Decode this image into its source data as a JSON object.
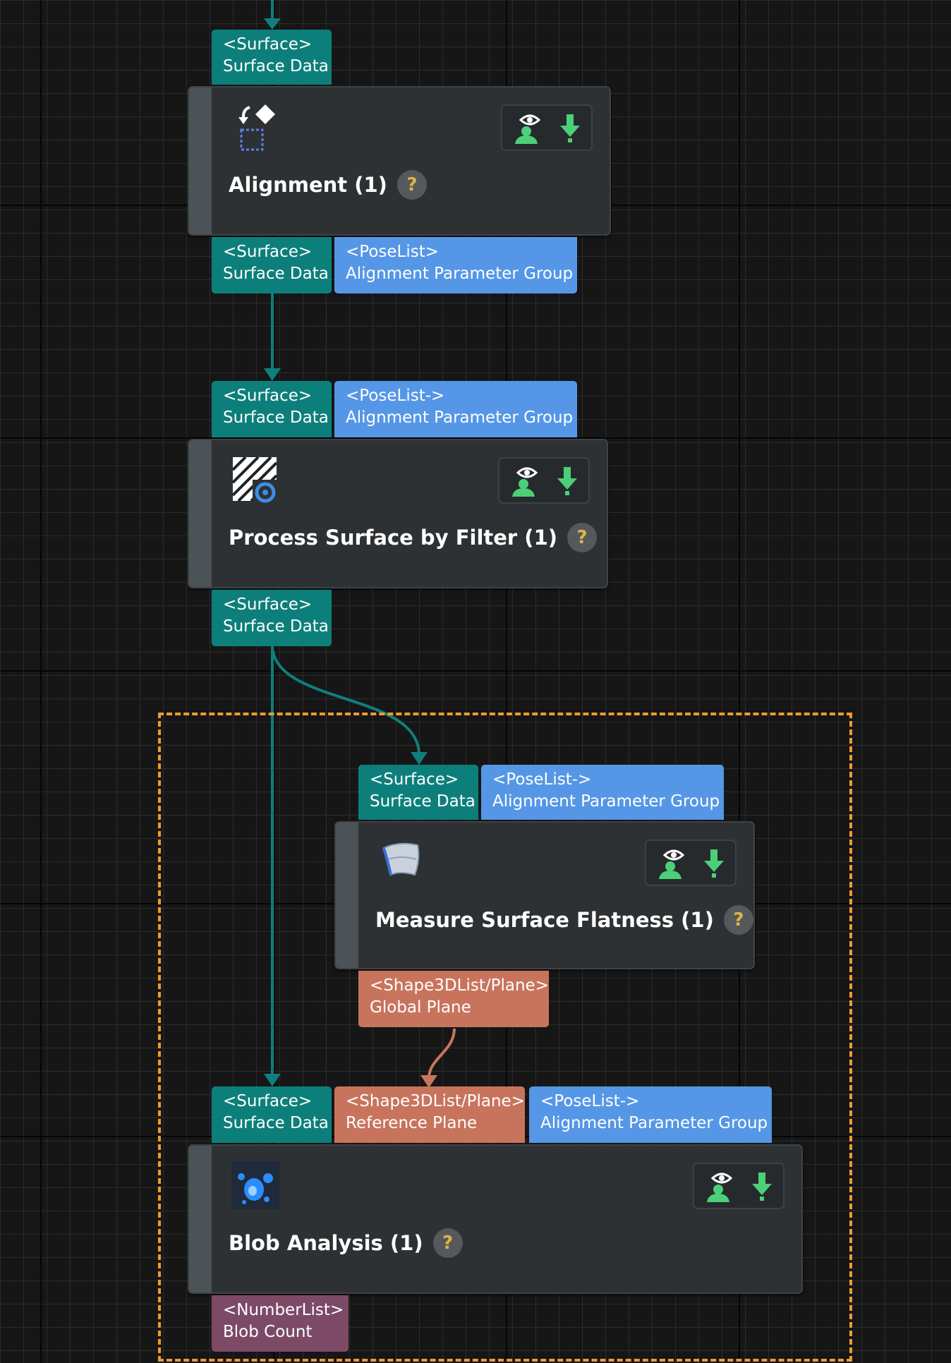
{
  "nodes": {
    "alignment": {
      "title": "Alignment (1)",
      "help": "?",
      "in_ports": [
        {
          "type": "<Surface>",
          "name": "Surface Data"
        }
      ],
      "out_ports": [
        {
          "type": "<Surface>",
          "name": "Surface Data"
        },
        {
          "type": "<PoseList>",
          "name": "Alignment Parameter Group"
        }
      ]
    },
    "process_surface": {
      "title": "Process Surface by Filter (1)",
      "help": "?",
      "in_ports": [
        {
          "type": "<Surface>",
          "name": "Surface Data"
        },
        {
          "type": "<PoseList->",
          "name": "Alignment Parameter Group"
        }
      ],
      "out_ports": [
        {
          "type": "<Surface>",
          "name": "Surface Data"
        }
      ]
    },
    "measure_flatness": {
      "title": "Measure Surface Flatness (1)",
      "help": "?",
      "in_ports": [
        {
          "type": "<Surface>",
          "name": "Surface Data"
        },
        {
          "type": "<PoseList->",
          "name": "Alignment Parameter Group"
        }
      ],
      "out_ports": [
        {
          "type": "<Shape3DList/Plane>",
          "name": "Global Plane"
        }
      ]
    },
    "blob_analysis": {
      "title": "Blob Analysis (1)",
      "help": "?",
      "in_ports": [
        {
          "type": "<Surface>",
          "name": "Surface Data"
        },
        {
          "type": "<Shape3DList/Plane>",
          "name": "Reference Plane"
        },
        {
          "type": "<PoseList->",
          "name": "Alignment Parameter Group"
        }
      ],
      "out_ports": [
        {
          "type": "<NumberList>",
          "name": "Blob Count"
        }
      ]
    }
  },
  "colors": {
    "surface_port": "#0d7f7b",
    "pose_port": "#5597e6",
    "plane_port": "#c8745d",
    "number_port": "#7c4a67",
    "wire_surface": "#0f7f7c",
    "wire_plane": "#c8745d",
    "group_border": "#f09a31",
    "visibility_icon": "#4ccf79",
    "help_icon": "#e0b24a"
  },
  "icons": {
    "alignment": "alignment-icon",
    "process_surface": "surface-filter-icon",
    "measure_flatness": "flatness-icon",
    "blob_analysis": "blob-icon",
    "toolbar": [
      "visibility-toggle-icon",
      "debug-pin-icon"
    ]
  }
}
